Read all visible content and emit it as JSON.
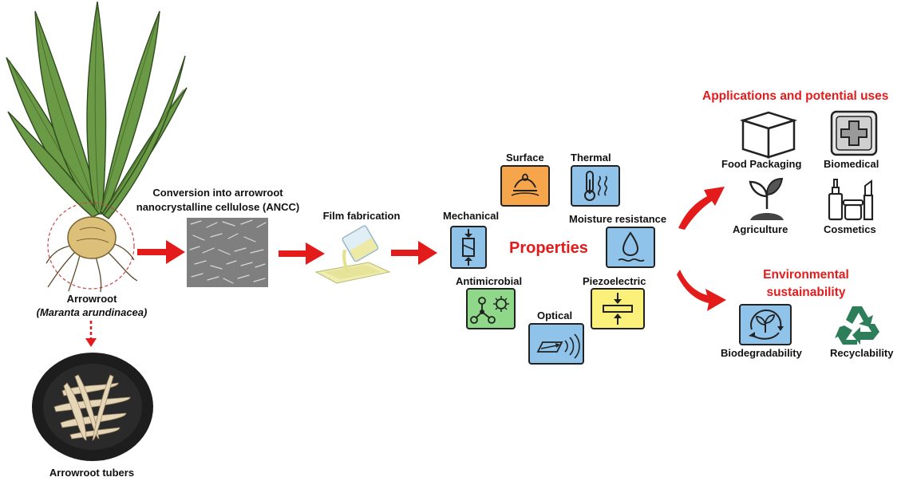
{
  "plant": {
    "name": "Arrowroot",
    "scientific_name": "(Maranta arundinacea)",
    "tubers_label": "Arrowroot tubers"
  },
  "steps": {
    "conversion_line1": "Conversion into arrowroot",
    "conversion_line2": "nanocrystalline cellulose (ANCC)",
    "film": "Film fabrication"
  },
  "properties": {
    "title": "Properties",
    "items": {
      "surface": "Surface",
      "thermal": "Thermal",
      "mechanical": "Mechanical",
      "moisture": "Moisture resistance",
      "antimicrobial": "Antimicrobial",
      "piezoelectric": "Piezoelectric",
      "optical": "Optical"
    }
  },
  "applications": {
    "title": "Applications and potential uses",
    "items": {
      "food": "Food Packaging",
      "biomedical": "Biomedical",
      "agriculture": "Agriculture",
      "cosmetics": "Cosmetics"
    }
  },
  "environment": {
    "title_line1": "Environmental",
    "title_line2": "sustainability",
    "items": {
      "biodegradability": "Biodegradability",
      "recyclability": "Recyclability"
    }
  },
  "colors": {
    "accent_red": "#e31b1b",
    "box_orange": "#f7a54a",
    "box_blue": "#8fc3ea",
    "box_green": "#8fd88a",
    "box_yellow": "#fbf07a",
    "leaf_green": "#6a9a45",
    "bulb": "#dcc07a"
  },
  "icons": {
    "plant": "arrowroot-plant-illustration",
    "ancc": "ancc-micrograph-image",
    "film": "beaker-pouring-film-icon",
    "tubers": "tuber-bowl-photo",
    "food": "box-icon",
    "biomedical": "medical-cross-icon",
    "agriculture": "sprout-icon",
    "cosmetics": "cosmetic-bottles-icon",
    "biodegradability": "biodegradable-cycle-icon",
    "recyclability": "recycle-icon"
  }
}
